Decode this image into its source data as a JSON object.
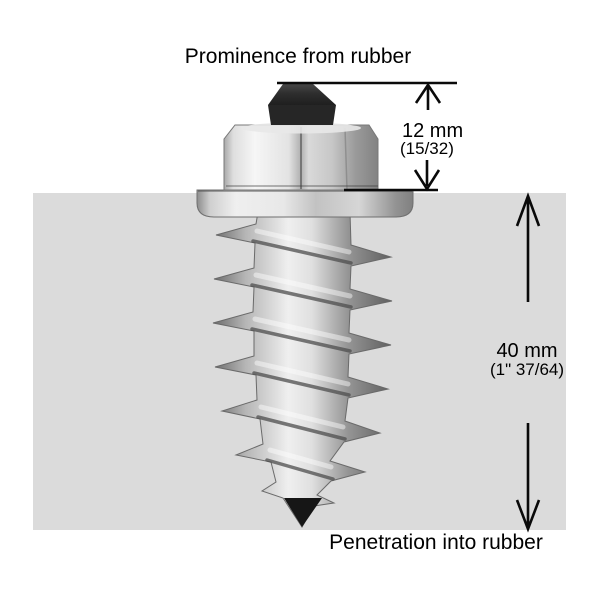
{
  "diagram": {
    "title": "Prominence from rubber",
    "bottom_label": "Penetration into rubber",
    "prominence": {
      "metric": "12 mm",
      "imperial": "(15/32)"
    },
    "penetration": {
      "metric": "40 mm",
      "imperial": "(1\" 37/64)"
    }
  },
  "icons": {
    "up_arrow": "↑",
    "down_arrow": "↓"
  },
  "colors": {
    "background": "#ffffff",
    "rubber_block": "#dbdbdb",
    "lines_and_text": "#000000",
    "carbide_pin": "#2b2b2b",
    "metal_highlight": "#f6f6f6",
    "metal_shadow": "#6b6b6b"
  }
}
